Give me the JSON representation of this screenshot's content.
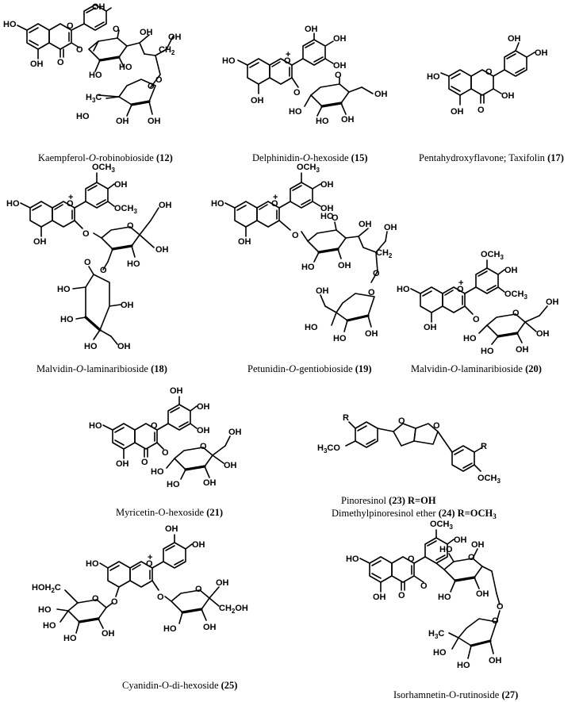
{
  "figure": {
    "compounds": [
      {
        "id": "kaempferol",
        "name_pre": "Kaempferol-",
        "name_mid": "O",
        "name_post": "-robinobioside ",
        "number": "(12)"
      },
      {
        "id": "delphinidin",
        "name_pre": "Delphinidin-",
        "name_mid": "O",
        "name_post": "-hexoside ",
        "number": "(15)"
      },
      {
        "id": "taxifolin",
        "name_pre": "Pentahydroxyflavone; Taxifolin ",
        "name_mid": "",
        "name_post": "",
        "number": "(17)"
      },
      {
        "id": "malvidin18",
        "name_pre": "Malvidin-",
        "name_mid": "O",
        "name_post": "-laminaribioside ",
        "number": "(18)"
      },
      {
        "id": "petunidin",
        "name_pre": "Petunidin-",
        "name_mid": "O",
        "name_post": "-gentiobioside ",
        "number": "(19)"
      },
      {
        "id": "malvidin20",
        "name_pre": "Malvidin-",
        "name_mid": "O",
        "name_post": "-laminaribioside ",
        "number": "(20)"
      },
      {
        "id": "myricetin",
        "name_pre": "Myricetin-O-hexoside ",
        "name_mid": "",
        "name_post": "",
        "number": "(21)"
      },
      {
        "id": "cyanidin",
        "name_pre": "Cyanidin-O-di-hexoside ",
        "name_mid": "",
        "name_post": "",
        "number": "(25)"
      },
      {
        "id": "isorhamnetin",
        "name_pre": "Isorhamnetin-O-rutinoside ",
        "name_mid": "",
        "name_post": "",
        "number": "(27)"
      }
    ],
    "pinoresinol": {
      "line1_pre": "Pinoresinol ",
      "line1_num": "(23) ",
      "line1_r": "R=OH",
      "line2_pre": "Dimethylpinoresinol ether ",
      "line2_num": "(24) ",
      "line2_r": "R=OCH",
      "line2_sub": "3"
    },
    "atoms": {
      "OH": "OH",
      "HO": "HO",
      "O": "O",
      "plus": "+",
      "OCH3": "OCH",
      "H3CO": "H",
      "R": "R",
      "CH2": "CH",
      "C": "C",
      "H5": "H",
      "two": "2",
      "three": "3",
      "CH2OH": "CH",
      "OH_tail": "OH",
      "H3C": "H"
    }
  }
}
